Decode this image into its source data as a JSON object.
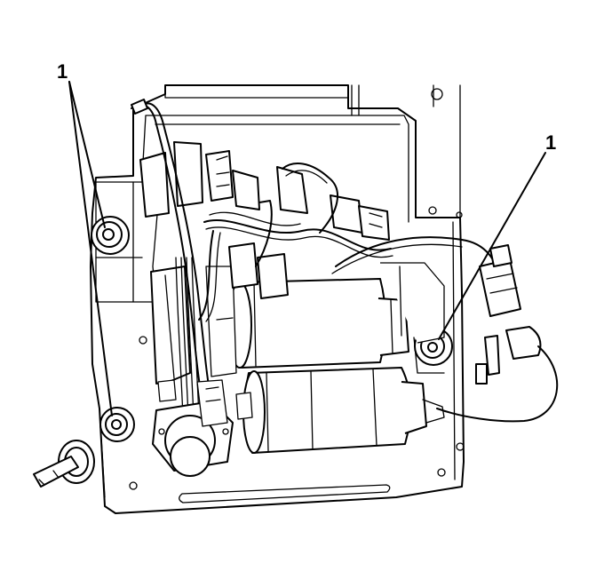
{
  "figure": {
    "callouts": [
      {
        "id": "left",
        "label": "1"
      },
      {
        "id": "right",
        "label": "1"
      }
    ],
    "colors": {
      "line": "#000000",
      "background": "#ffffff"
    }
  }
}
